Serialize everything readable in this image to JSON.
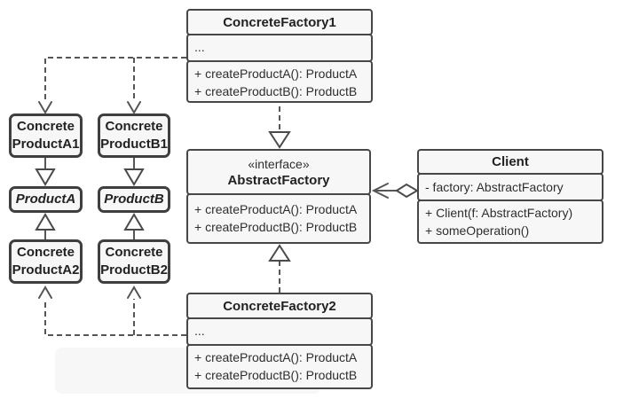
{
  "classes": {
    "concrete_factory_1": {
      "title": "ConcreteFactory1",
      "ellipsis": "...",
      "methods": [
        "+ createProductA(): ProductA",
        "+ createProductB(): ProductB"
      ]
    },
    "abstract_factory": {
      "stereotype": "«interface»",
      "title": "AbstractFactory",
      "methods": [
        "+ createProductA(): ProductA",
        "+ createProductB(): ProductB"
      ]
    },
    "client": {
      "title": "Client",
      "attributes": [
        "- factory: AbstractFactory"
      ],
      "methods": [
        "+ Client(f: AbstractFactory)",
        "+ someOperation()"
      ]
    },
    "concrete_factory_2": {
      "title": "ConcreteFactory2",
      "ellipsis": "...",
      "methods": [
        "+ createProductA(): ProductA",
        "+ createProductB(): ProductB"
      ]
    },
    "concrete_product_a1": {
      "line1": "Concrete",
      "line2": "ProductA1"
    },
    "concrete_product_b1": {
      "line1": "Concrete",
      "line2": "ProductB1"
    },
    "product_a": {
      "title": "ProductA"
    },
    "product_b": {
      "title": "ProductB"
    },
    "concrete_product_a2": {
      "line1": "Concrete",
      "line2": "ProductA2"
    },
    "concrete_product_b2": {
      "line1": "Concrete",
      "line2": "ProductB2"
    }
  },
  "colors": {
    "background": "#ffffff",
    "box_fill": "#f7f7f7",
    "box_border": "#474747",
    "text": "#2e2e2e",
    "connector": "#565656"
  }
}
